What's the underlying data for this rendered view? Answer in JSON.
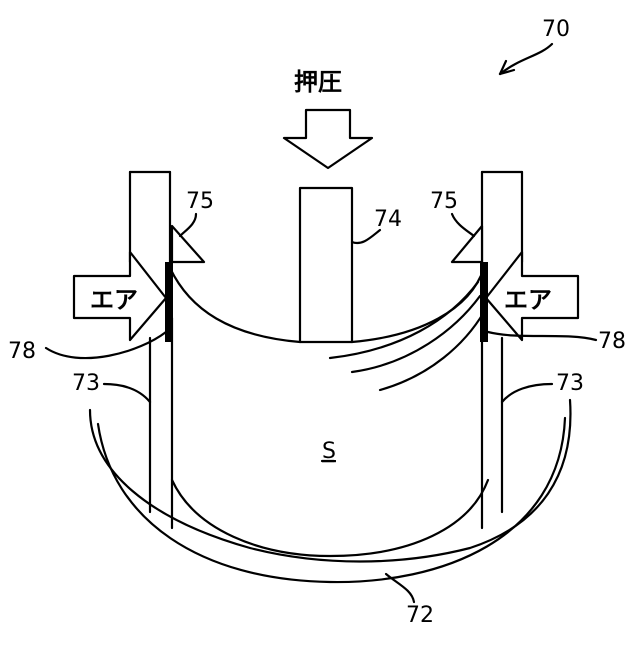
{
  "figure": {
    "number_label": "70",
    "pressing_label": "押圧",
    "air_left_label": "エア",
    "air_right_label": "エア",
    "substrate_label": "S",
    "ref_72": "72",
    "ref_73_left": "73",
    "ref_73_right": "73",
    "ref_74": "74",
    "ref_75_left": "75",
    "ref_75_right": "75",
    "ref_78_left": "78",
    "ref_78_right": "78"
  }
}
